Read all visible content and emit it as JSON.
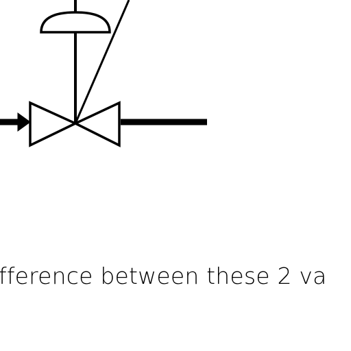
{
  "caption": {
    "text": "fference between these 2 va"
  },
  "diagram": {
    "elements": [
      "actuator-dome",
      "actuator-stem",
      "diagonal-line",
      "valve-body",
      "inlet-pipe",
      "flow-arrow",
      "outlet-pipe"
    ]
  },
  "colors": {
    "stroke": "#000000",
    "fill": "#ffffff",
    "background": "#ffffff"
  }
}
